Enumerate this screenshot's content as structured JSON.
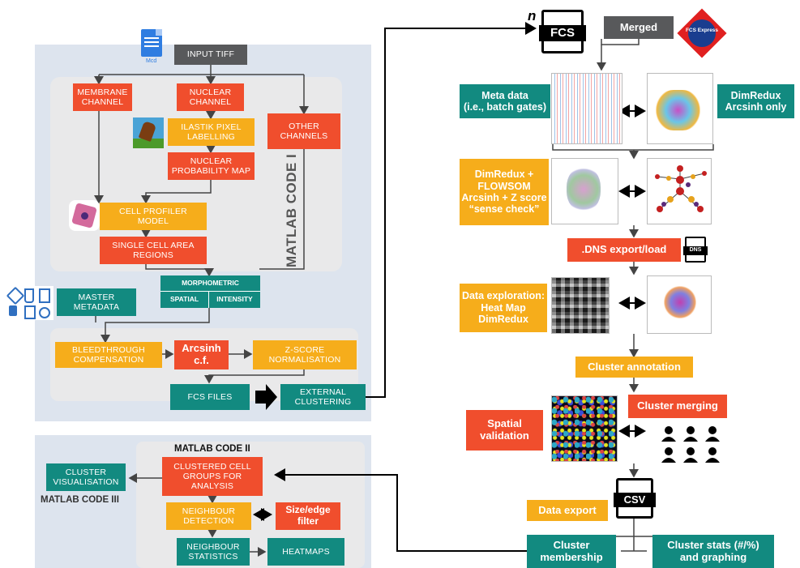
{
  "left": {
    "input_tiff": "INPUT TIFF",
    "mcd_label": "Mcd",
    "membrane_channel": "MEMBRANE\nCHANNEL",
    "nuclear_channel": "NUCLEAR\nCHANNEL",
    "ilastik": "ILASTIK PIXEL\nLABELLING",
    "other_channels": "OTHER\nCHANNELS",
    "nuclear_prob": "NUCLEAR\nPROBABILITY MAP",
    "cell_profiler": "CELL PROFILER\nMODEL",
    "single_cell": "SINGLE CELL AREA\nREGIONS",
    "morphometric": "MORPHOMETRIC",
    "spatial": "SPATIAL",
    "intensity": "INTENSITY",
    "master_metadata": "MASTER\nMETADATA",
    "bleedthrough": "BLEEDTHROUGH\nCOMPENSATION",
    "arcsinh": "Arcsinh\nc.f.",
    "zscore": "Z-SCORE\nNORMALISATION",
    "fcs_files": "FCS FILES",
    "external_clustering": "EXTERNAL\nCLUSTERING",
    "matlab_code_1": "MATLAB CODE I"
  },
  "bottom": {
    "matlab_code_2": "MATLAB CODE II",
    "clustered_cell": "CLUSTERED CELL\nGROUPS FOR\nANALYSIS",
    "cluster_vis": "CLUSTER\nVISUALISATION",
    "matlab_code_3": "MATLAB CODE III",
    "neighbour_detection": "NEIGHBOUR\nDETECTION",
    "size_edge": "Size/edge\nfilter",
    "neighbour_stats": "NEIGHBOUR\nSTATISTICS",
    "heatmaps": "HEATMAPS"
  },
  "right": {
    "n_label": "n",
    "fcs_icon": "FCS",
    "merged": "Merged",
    "fcs_express": "FCS Express",
    "meta_data": "Meta data\n(i.e., batch gates)",
    "dimredux_arcsinh": "DimRedux\nArcsinh only",
    "dimredux_flowsom": "DimRedux +\nFLOWSOM\nArcsinh + Z score\n“sense check”",
    "dns_export": ".DNS export/load",
    "dns_icon": "DNS",
    "data_exploration": "Data exploration:\nHeat Map\nDimRedux",
    "cluster_annotation": "Cluster annotation",
    "spatial_validation": "Spatial\nvalidation",
    "cluster_merging": "Cluster merging",
    "data_export": "Data export",
    "csv_icon": "CSV",
    "cluster_membership": "Cluster\nmembership",
    "cluster_stats": "Cluster stats (#/%)\nand graphing"
  },
  "colors": {
    "red": "#f04e2d",
    "orange": "#f6ad1b",
    "teal": "#128a80",
    "gray": "#58595b",
    "panel": "#dde4ee"
  }
}
